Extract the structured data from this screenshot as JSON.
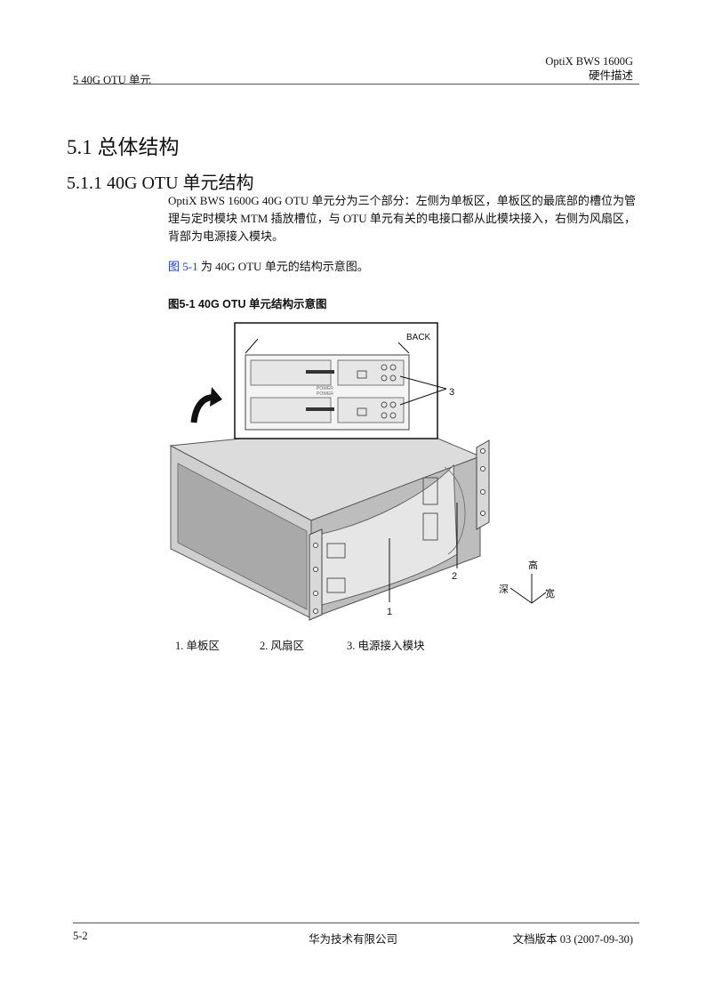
{
  "header": {
    "product": "OptiX BWS 1600G",
    "doc_type": "硬件描述",
    "chapter": "5 40G OTU 单元"
  },
  "section": {
    "title": "5.1 总体结构",
    "subtitle": "5.1.1 40G OTU 单元结构"
  },
  "body": {
    "para1": "OptiX BWS 1600G 40G OTU 单元分为三个部分：左侧为单板区，单板区的最底部的槽位为管理与定时模块 MTM 插放槽位，与 OTU 单元有关的电接口都从此模块接入，右侧为风扇区，背部为电源接入模块。",
    "para2_ref": "图 5-1",
    "para2_rest": " 为 40G OTU 单元的结构示意图。"
  },
  "figure": {
    "caption": "图5-1  40G OTU 单元结构示意图",
    "back_label": "BACK",
    "power_label": "POWER",
    "callouts": [
      "1",
      "2",
      "3"
    ],
    "axes": {
      "height": "高",
      "depth": "深",
      "width": "宽"
    },
    "legend": [
      "1. 单板区",
      "2. 风扇区",
      "3. 电源接入模块"
    ]
  },
  "footer": {
    "page": "5-2",
    "company": "华为技术有限公司",
    "version": "文档版本 03 (2007-09-30)"
  }
}
